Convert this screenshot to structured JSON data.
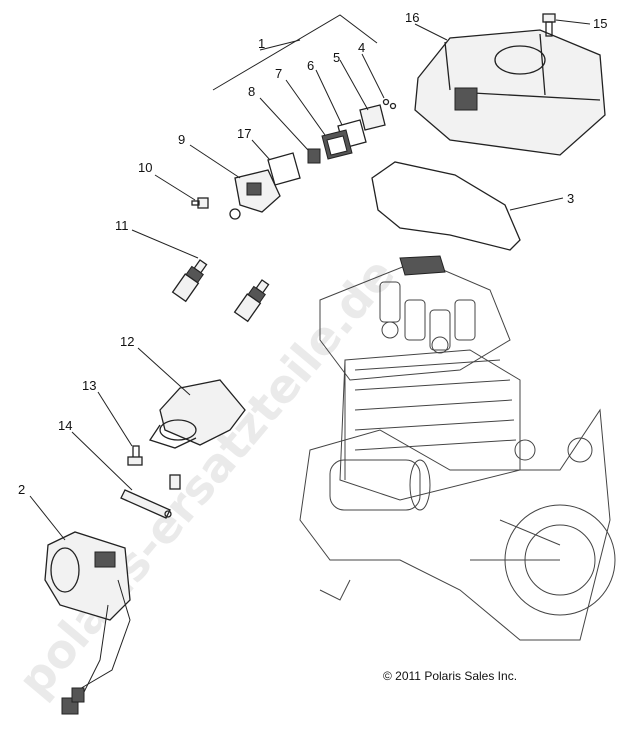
{
  "diagram": {
    "callouts": [
      "1",
      "2",
      "3",
      "4",
      "5",
      "6",
      "7",
      "8",
      "9",
      "10",
      "11",
      "12",
      "13",
      "14",
      "15",
      "16",
      "17"
    ],
    "copyright": "© 2011 Polaris Sales Inc.",
    "watermark": "polaris-ersatzteile.de"
  }
}
